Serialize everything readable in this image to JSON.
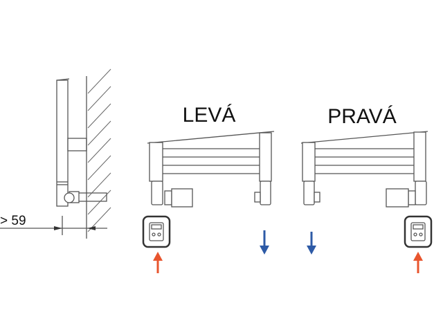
{
  "side_view": {
    "dimension_label": "> 59"
  },
  "left_variant": {
    "title": "LEVÁ"
  },
  "right_variant": {
    "title": "PRAVÁ"
  },
  "colors": {
    "supply_arrow": "#e8552e",
    "return_arrow": "#2d5aa6",
    "line": "#555555"
  }
}
